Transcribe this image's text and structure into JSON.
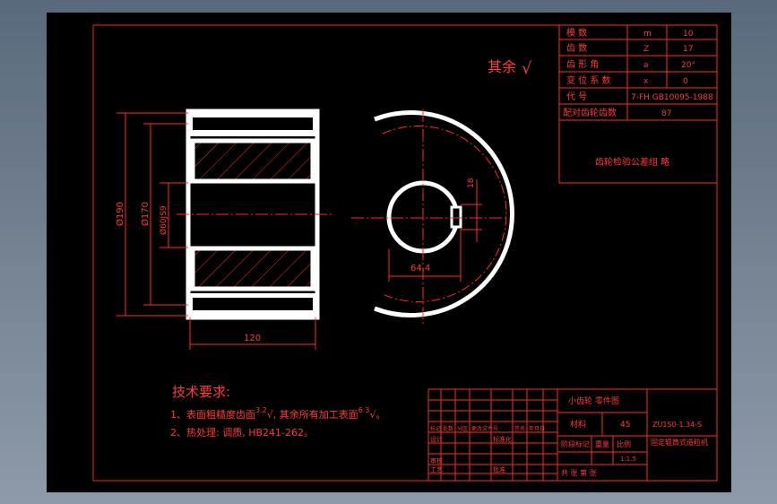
{
  "viewport": {
    "background_color": "#000000",
    "frame_color": "#ff2020",
    "part_color": "#ffffff",
    "center_line_color": "#ff2020"
  },
  "param_table": {
    "rows": [
      {
        "label": "模    数",
        "symbol": "m",
        "value": "10"
      },
      {
        "label": "齿    数",
        "symbol": "Z",
        "value": "17"
      },
      {
        "label": "齿 形 角",
        "symbol": "a",
        "value": "20°"
      },
      {
        "label": "变 位 系 数",
        "symbol": "x",
        "value": "0"
      },
      {
        "label": "代      号",
        "symbol": "",
        "value": "7-FH GB10095-1988"
      },
      {
        "label": "配对齿轮齿数",
        "symbol": "",
        "value": "87"
      }
    ],
    "note": "齿轮检验公差组   略"
  },
  "surface_mark": {
    "label": "其余",
    "symbol": "√"
  },
  "dimensions": {
    "d1": "Ø190",
    "d2": "Ø170",
    "d3": "Ø60JS9",
    "width": "120",
    "keyway_width": "18",
    "keyway_depth": "64.4"
  },
  "tech_req": {
    "title": "技术要求:",
    "line1_a": "1、表面粗糙度齿面",
    "line1_v1": "3.2",
    "line1_b": ", 其余所有加工表面",
    "line1_v2": "6.3",
    "line1_end": "。",
    "line2": "2、热处理: 调质, HB241-262。"
  },
  "title_block": {
    "part_name": "小齿轮",
    "drawing_type": "零件图",
    "material_label": "材料",
    "material_value": "45",
    "drawing_no": "ZU1S0-1.34-S",
    "description": "固定辊筒式造粒机",
    "stage_label": "阶段标记",
    "weight_label": "重量",
    "scale_label": "比例",
    "scale_value": "1:1.5",
    "sheet_label": "共  张 第  张",
    "rev_headers": [
      "标记",
      "处数",
      "分区",
      "更改文件号",
      "签名",
      "年月日"
    ],
    "design_label": "设计",
    "std_label": "标准化",
    "check_label": "审核",
    "process_label": "工艺",
    "approve_label": "批准"
  }
}
